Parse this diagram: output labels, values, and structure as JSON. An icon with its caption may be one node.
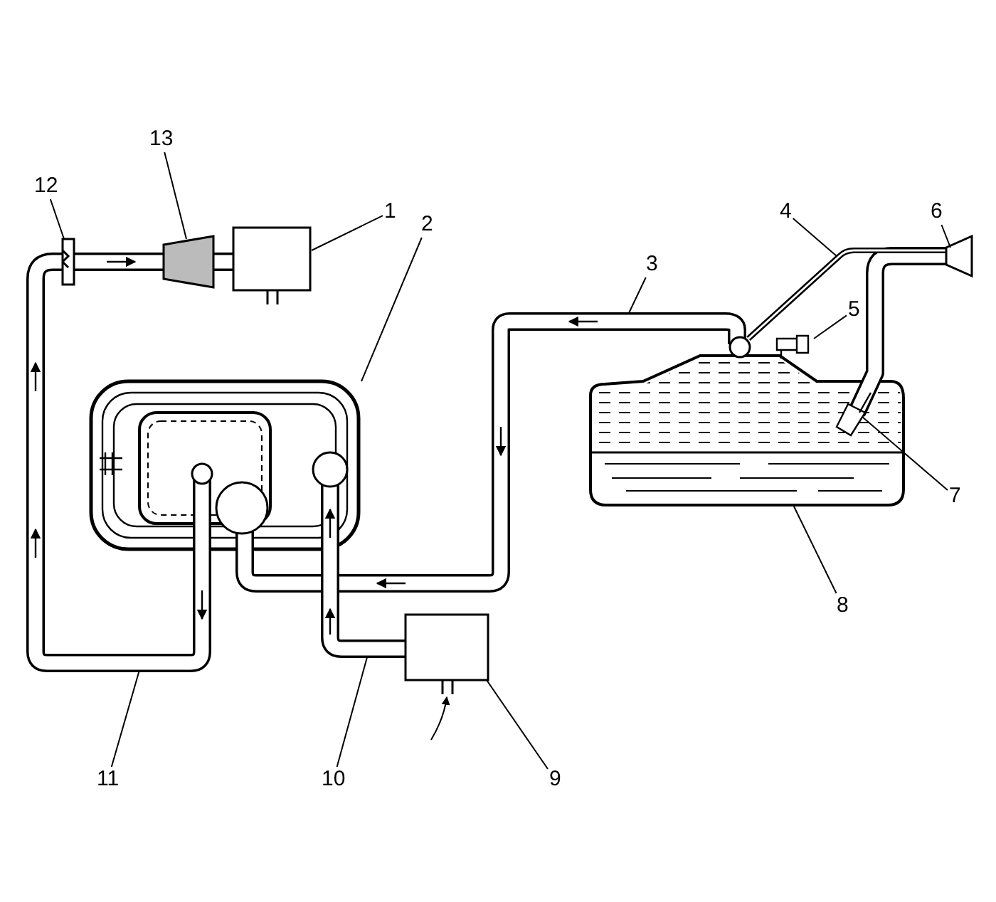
{
  "diagram": {
    "nodes": [
      {
        "text": [
          "1"
        ]
      },
      {
        "text": [
          "2"
        ]
      },
      {
        "text": [
          "3"
        ]
      },
      {
        "text": [
          "4"
        ]
      },
      {
        "text": [
          "5"
        ]
      },
      {
        "text": [
          "6"
        ]
      },
      {
        "text": [
          "7"
        ]
      },
      {
        "text": [
          "8"
        ]
      },
      {
        "text": [
          "9"
        ]
      },
      {
        "text": [
          "10"
        ]
      },
      {
        "text": [
          "11"
        ]
      },
      {
        "text": [
          "12"
        ]
      },
      {
        "text": [
          "13"
        ]
      }
    ],
    "edges": [
      {
        "from": 0,
        "to": null,
        "arrow": "none"
      },
      {
        "from": 1,
        "to": null,
        "arrow": "none"
      },
      {
        "from": 2,
        "to": null,
        "arrow": "none"
      },
      {
        "from": 3,
        "to": null,
        "arrow": "none"
      },
      {
        "from": 4,
        "to": null,
        "arrow": "none"
      },
      {
        "from": 5,
        "to": null,
        "arrow": "none"
      },
      {
        "from": 6,
        "to": null,
        "arrow": "none"
      },
      {
        "from": 7,
        "to": null,
        "arrow": "none"
      },
      {
        "from": 8,
        "to": null,
        "arrow": "none"
      },
      {
        "from": 9,
        "to": null,
        "arrow": "none"
      },
      {
        "from": 10,
        "to": null,
        "arrow": "none"
      },
      {
        "from": 11,
        "to": null,
        "arrow": "none"
      },
      {
        "from": 12,
        "to": null,
        "arrow": "none"
      }
    ]
  }
}
